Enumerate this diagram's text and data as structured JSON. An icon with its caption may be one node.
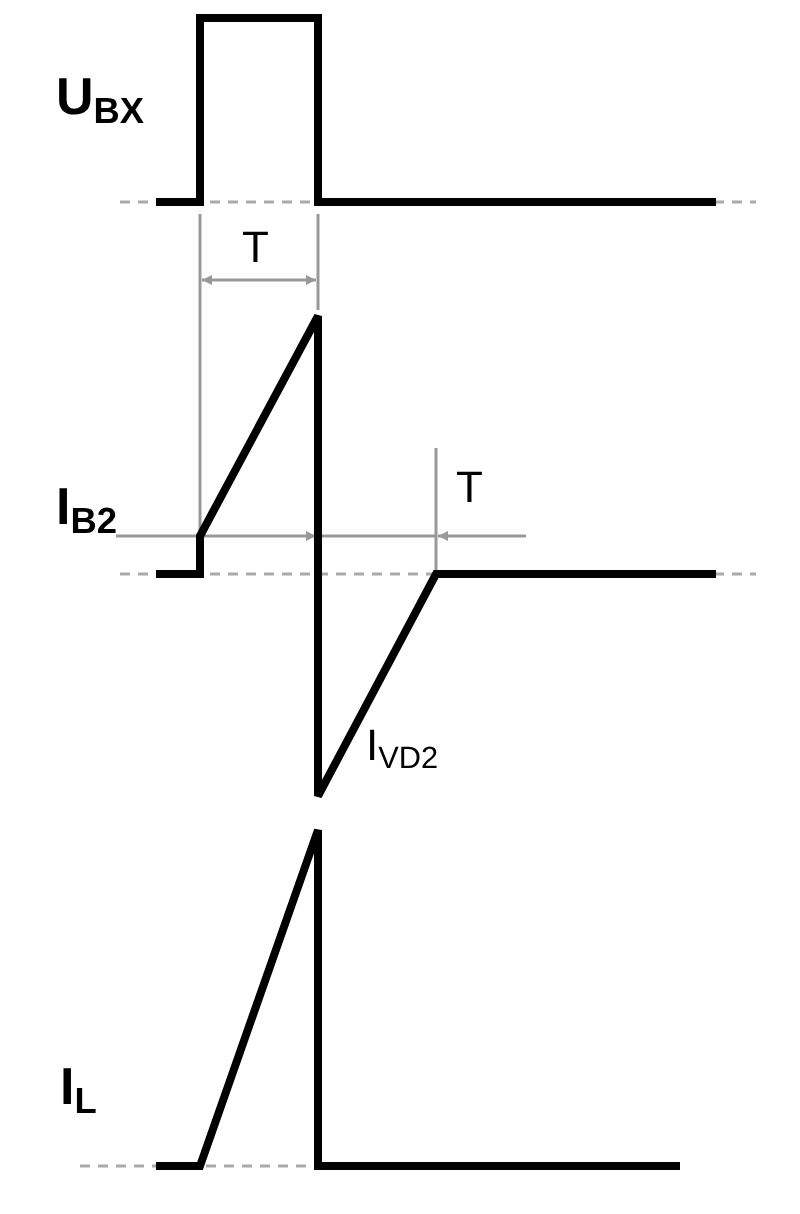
{
  "diagram": {
    "labels": [
      "U$_{BX}$",
      "T",
      "I$_{B2}$",
      "T",
      "I$_{VD2}$",
      "I$_{L}$"
    ]
  }
}
